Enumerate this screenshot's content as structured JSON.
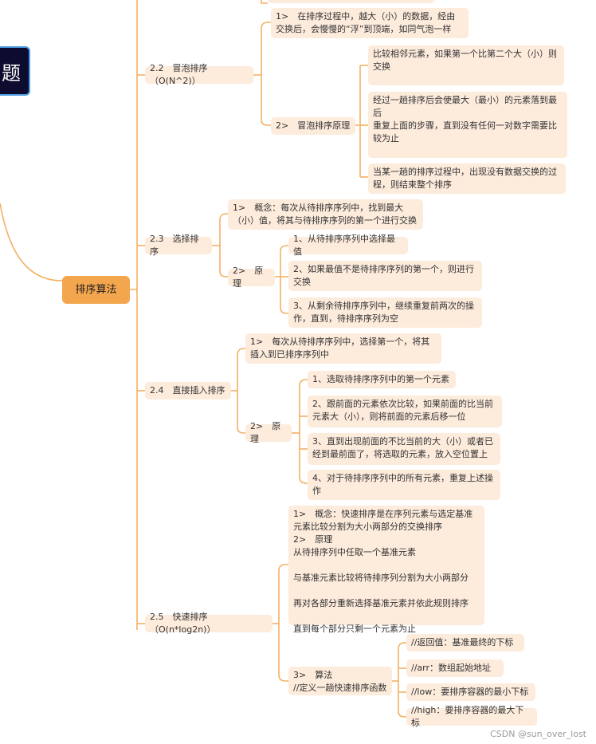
{
  "root": {
    "label": "排序算法"
  },
  "partial_node": {
    "label": "题"
  },
  "watermark": "CSDN @sun_over_lost",
  "colors": {
    "line": "#f3b066",
    "node_bg": "#fdebdc",
    "root_bg": "#f4a64f",
    "partial_bg": "#0d0b2e",
    "partial_border": "#4a9be0"
  },
  "sections": {
    "bubble": {
      "title": "2.2　冒泡排序（O(N^2)）",
      "concept": "1>　在排序过程中，越大（小）的数据，经由交换后，会慢慢的“浮”到顶端，如同气泡一样",
      "principle": "2>　冒泡排序原理",
      "steps": [
        "比较相邻元素，如果第一个比第二个大（小）则交换",
        "经过一趟排序后会使最大（最小）的元素落到最后\n 重复上面的步骤，直到没有任何一对数字需要比较为止",
        "当某一趟的排序过程中，出现没有数据交换的过程，则结束整个排序"
      ]
    },
    "selection": {
      "title": "2.3　选择排序",
      "concept": "1>　概念：每次从待排序序列中，找到最大（小）值，将其与待排序序列的第一个进行交换",
      "principle": "2>　原理",
      "steps": [
        "1、从待排序序列中选择最值",
        "2、如果最值不是待排序序列的第一个，则进行交换",
        "3、从剩余待排序序列中，继续重复前两次的操作，直到，待排序序列为空"
      ]
    },
    "insertion": {
      "title": "2.4　直接插入排序",
      "concept": "1>　每次从待排序序列中，选择第一个，将其插入到已排序序列中",
      "principle": "2>　原理",
      "steps": [
        "1、选取待排序序列中的第一个元素",
        "2、跟前面的元素依次比较，如果前面的比当前元素大（小），则将前面的元素后移一位",
        "3、直到出现前面的不比当前的大（小）或者已经到最前面了，将选取的元素，放入空位置上",
        "4、对于待排序序列中的所有元素，重复上述操作"
      ]
    },
    "quick": {
      "title": "2.5　快速排序（O(n*log2n)）",
      "concept": "1>　概念：快速排序是在序列元素与选定基准元素比较分割为大小两部分的交换排序\n2>　原理\n从待排序列中任取一个基准元素\n\n与基准元素比较将待排序列分割为大小两部分\n\n再对各部分重新选择基准元素并依此规则排序\n\n直到每个部分只剩一个元素为止",
      "algo": "3>　算法\n//定义一趟快速排序函数",
      "params": [
        "//返回值：基准最终的下标",
        "//arr：数组起始地址",
        "//low：要排序容器的最小下标",
        "//high：要排序容器的最大下标"
      ]
    }
  }
}
